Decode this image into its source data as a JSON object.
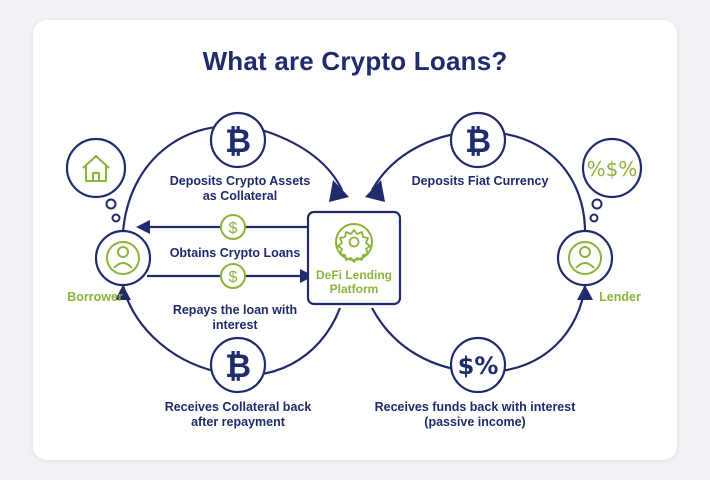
{
  "title": "What are Crypto Loans?",
  "labels": {
    "deposits_crypto": "Deposits Crypto Assets as Collateral",
    "obtains_loans": "Obtains Crypto Loans",
    "repays_loan": "Repays the loan with interest",
    "receives_collateral": "Receives Collateral back after repayment",
    "deposits_fiat": "Deposits Fiat Currency",
    "receives_funds": "Receives funds back with interest (passive income)",
    "borrower": "Borrower",
    "lender": "Lender",
    "platform": "DeFi Lending Platform"
  },
  "icons": {
    "bitcoin_glyph": "₿",
    "dollar_glyph": "$",
    "percent_glyph": "%",
    "dollar_percent": "$%",
    "lender_thought": "%$%"
  },
  "colors": {
    "navy": "#1f2b6b",
    "green": "#8cb33b",
    "background": "#f1f2f5"
  }
}
